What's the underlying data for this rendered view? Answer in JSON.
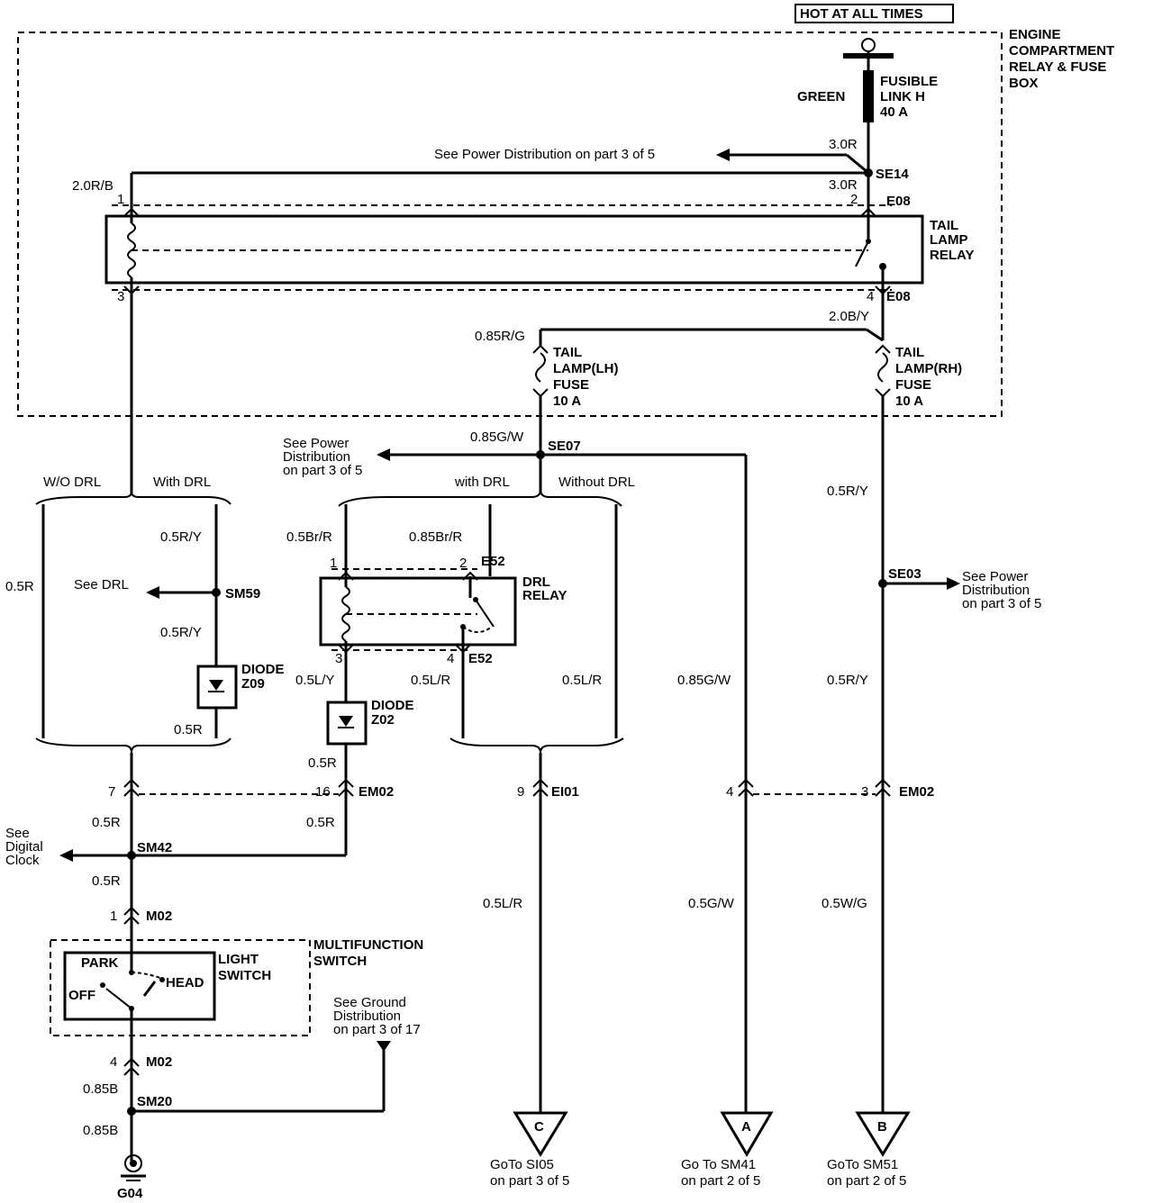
{
  "header": {
    "hot_at_all_times": "HOT AT ALL TIMES"
  },
  "engine_box": {
    "line1": "ENGINE",
    "line2": "COMPARTMENT",
    "line3": "RELAY & FUSE",
    "line4": "BOX"
  },
  "fusible_link": {
    "line1": "FUSIBLE",
    "line2": "LINK H",
    "line3": "40 A",
    "wire_color": "GREEN"
  },
  "tail_lamp_relay": {
    "line1": "TAIL",
    "line2": "LAMP",
    "line3": "RELAY"
  },
  "tail_lh_fuse": {
    "line1": "TAIL",
    "line2": "LAMP(LH)",
    "line3": "FUSE",
    "line4": "10 A"
  },
  "tail_rh_fuse": {
    "line1": "TAIL",
    "line2": "LAMP(RH)",
    "line3": "FUSE",
    "line4": "10 A"
  },
  "drl_relay": {
    "line1": "DRL",
    "line2": "RELAY"
  },
  "diode_z09": {
    "line1": "DIODE",
    "line2": "Z09"
  },
  "diode_z02": {
    "line1": "DIODE",
    "line2": "Z02"
  },
  "multifunction": {
    "line1": "MULTIFUNCTION",
    "line2": "SWITCH"
  },
  "light_switch": {
    "line1": "LIGHT",
    "line2": "SWITCH",
    "park": "PARK",
    "off": "OFF",
    "head": "HEAD"
  },
  "wires": {
    "w_3_0r_top": "3.0R",
    "w_3_0r_mid": "3.0R",
    "w_2_0rb": "2.0R/B",
    "w_2_0by": "2.0B/Y",
    "w_0_85rg": "0.85R/G",
    "w_0_85gw": "0.85G/W",
    "w_0_5ry_a": "0.5R/Y",
    "w_0_5ry_b": "0.5R/Y",
    "w_0_5ry_c": "0.5R/Y",
    "w_0_5ry_d": "0.5R/Y",
    "w_0_5r_left": "0.5R",
    "w_0_5r_z09": "0.5R",
    "w_0_5r_z02": "0.5R",
    "w_0_5r_em02": "0.5R",
    "w_0_5r_sm42": "0.5R",
    "w_0_5r_sm42b": "0.5R",
    "w_0_5brr": "0.5Br/R",
    "w_0_85brr": "0.85Br/R",
    "w_0_5ly": "0.5L/Y",
    "w_0_5lr_a": "0.5L/R",
    "w_0_5lr_b": "0.5L/R",
    "w_0_5lr_c": "0.5L/R",
    "w_0_85gw_b": "0.85G/W",
    "w_0_5gw": "0.5G/W",
    "w_0_5wg": "0.5W/G",
    "w_0_85b_a": "0.85B",
    "w_0_85b_b": "0.85B"
  },
  "branches": {
    "wo_drl": "W/O DRL",
    "with_drl_left": "With DRL",
    "with_drl_mid": "with DRL",
    "without_drl": "Without DRL"
  },
  "splices": {
    "se14": "SE14",
    "se07": "SE07",
    "se03": "SE03",
    "sm59": "SM59",
    "sm42": "SM42",
    "sm20": "SM20"
  },
  "connectors": {
    "e08_top": "E08",
    "e08_bot": "E08",
    "e52_top": "E52",
    "e52_bot": "E52",
    "em02_left": "EM02",
    "em02_right": "EM02",
    "ei01": "EI01",
    "m02_top": "M02",
    "m02_bot": "M02",
    "ground": "G04"
  },
  "pins": {
    "p1_relay": "1",
    "p2_relay": "2",
    "p3_relay": "3",
    "p4_relay": "4",
    "p1_drl": "1",
    "p2_drl": "2",
    "p3_drl": "3",
    "p4_drl": "4",
    "p7": "7",
    "p16": "16",
    "p9": "9",
    "p4_em": "4",
    "p3_em": "3",
    "p1_m02": "1",
    "p4_m02": "4"
  },
  "refs": {
    "power_dist_top": "See Power Distribution on part 3 of 5",
    "power_dist_mid_1": "See Power",
    "power_dist_mid_2": "Distribution",
    "power_dist_mid_3": "on part 3 of 5",
    "power_dist_right_1": "See Power",
    "power_dist_right_2": "Distribution",
    "power_dist_right_3": "on part 3 of 5",
    "see_drl": "See DRL",
    "digital_clock_1": "See",
    "digital_clock_2": "Digital",
    "digital_clock_3": "Clock",
    "ground_dist_1": "See Ground",
    "ground_dist_2": "Distribution",
    "ground_dist_3": "on part 3 of 17"
  },
  "gotos": {
    "c_letter": "C",
    "c_line1": "GoTo SI05",
    "c_line2": "on part 3 of 5",
    "a_letter": "A",
    "a_line1": "Go To SM41",
    "a_line2": "on part 2 of 5",
    "b_letter": "B",
    "b_line1": "GoTo SM51",
    "b_line2": "on part 2 of 5"
  }
}
